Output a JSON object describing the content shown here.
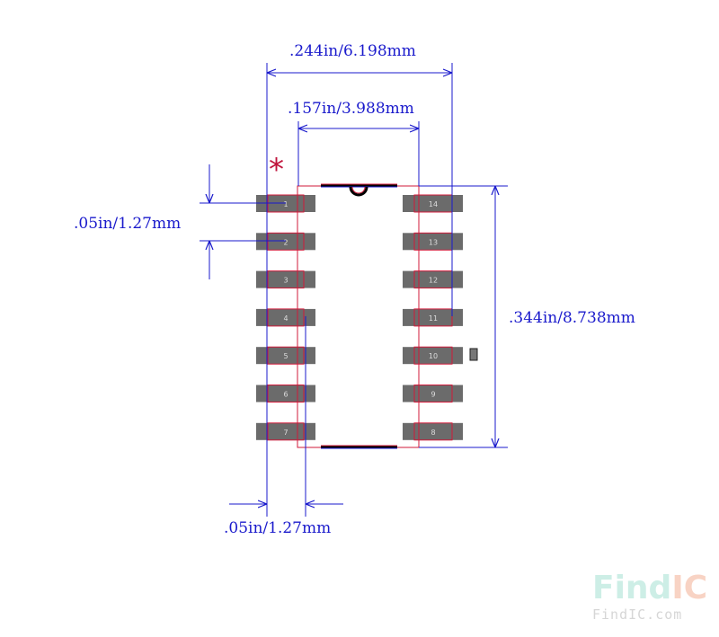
{
  "dimensions": {
    "overall_width": ".244in/6.198mm",
    "body_width": ".157in/3.988mm",
    "pitch_left": ".05in/1.27mm",
    "pitch_bottom": ".05in/1.27mm",
    "body_length": ".344in/8.738mm"
  },
  "pin1_marker": "*",
  "left_pins": [
    "1",
    "2",
    "3",
    "4",
    "5",
    "6",
    "7"
  ],
  "right_pins": [
    "14",
    "13",
    "12",
    "11",
    "10",
    "9",
    "8"
  ],
  "logo": {
    "main_part1": "Find",
    "main_part2": "IC",
    "sub": "FindIC.com"
  },
  "colors": {
    "dimension": "#1a1acc",
    "outline": "#d01a3a",
    "pad": "#6b6b6b",
    "logo_find": "#cdeee6",
    "logo_ic": "#f8d3c4"
  }
}
